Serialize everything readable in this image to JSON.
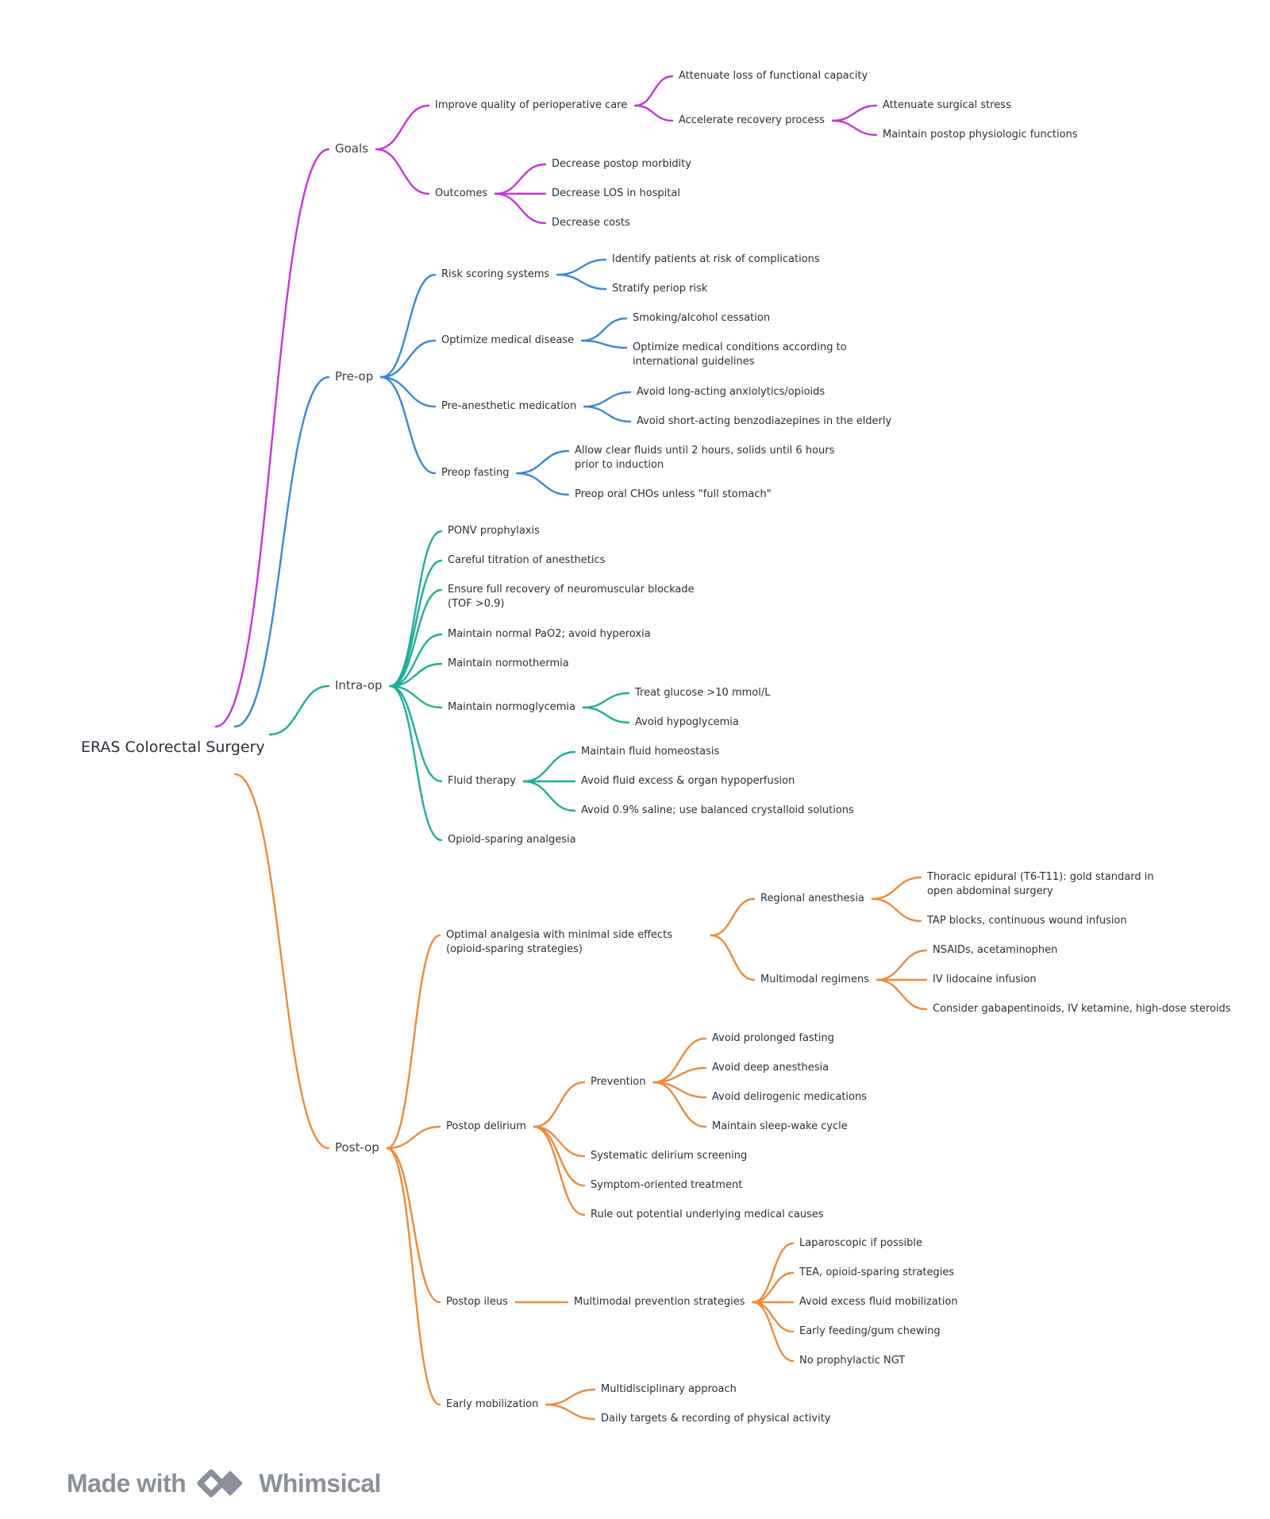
{
  "title": "ERAS Colorectal Surgery",
  "branches": [
    {
      "label": "Goals",
      "color": "#c736d6",
      "children": [
        {
          "label": "Improve quality of perioperative care",
          "children": [
            {
              "label": "Attenuate loss of functional capacity"
            },
            {
              "label": "Accelerate recovery process",
              "children": [
                {
                  "label": "Attenuate surgical stress"
                },
                {
                  "label": "Maintain postop physiologic functions"
                }
              ]
            }
          ]
        },
        {
          "label": "Outcomes",
          "children": [
            {
              "label": "Decrease postop morbidity"
            },
            {
              "label": "Decrease LOS in hospital"
            },
            {
              "label": "Decrease costs"
            }
          ]
        }
      ]
    },
    {
      "label": "Pre-op",
      "color": "#3a87d6",
      "children": [
        {
          "label": "Risk scoring systems",
          "children": [
            {
              "label": "Identify patients at risk of complications"
            },
            {
              "label": "Stratify periop risk"
            }
          ]
        },
        {
          "label": "Optimize medical disease",
          "children": [
            {
              "label": "Smoking/alcohol cessation"
            },
            {
              "label": "Optimize medical conditions according to international guidelines"
            }
          ]
        },
        {
          "label": "Pre-anesthetic medication",
          "children": [
            {
              "label": "Avoid long-acting anxiolytics/opioids"
            },
            {
              "label": "Avoid short-acting benzodiazepines in the elderly"
            }
          ]
        },
        {
          "label": "Preop fasting",
          "children": [
            {
              "label": "Allow clear fluids until 2 hours, solids until 6 hours prior to induction"
            },
            {
              "label": "Preop oral CHOs unless \"full stomach\""
            }
          ]
        }
      ]
    },
    {
      "label": "Intra-op",
      "color": "#1fae98",
      "children": [
        {
          "label": "PONV prophylaxis"
        },
        {
          "label": "Careful titration of anesthetics"
        },
        {
          "label": "Ensure full recovery of neuromuscular blockade (TOF >0.9)"
        },
        {
          "label": "Maintain normal PaO2; avoid hyperoxia"
        },
        {
          "label": "Maintain normothermia"
        },
        {
          "label": "Maintain normoglycemia",
          "children": [
            {
              "label": "Treat glucose >10 mmol/L"
            },
            {
              "label": "Avoid hypoglycemia"
            }
          ]
        },
        {
          "label": "Fluid therapy",
          "children": [
            {
              "label": "Maintain fluid homeostasis"
            },
            {
              "label": "Avoid fluid excess & organ hypoperfusion"
            },
            {
              "label": "Avoid 0.9% saline; use balanced crystalloid solutions"
            }
          ]
        },
        {
          "label": "Opioid-sparing analgesia"
        }
      ]
    },
    {
      "label": "Post-op",
      "color": "#ee8a3c",
      "children": [
        {
          "label": "Optimal analgesia with minimal side effects (opioid-sparing strategies)",
          "children": [
            {
              "label": "Regional anesthesia",
              "children": [
                {
                  "label": "Thoracic epidural (T6-T11): gold standard in open abdominal surgery"
                },
                {
                  "label": "TAP blocks, continuous wound infusion"
                }
              ]
            },
            {
              "label": "Multimodal regimens",
              "children": [
                {
                  "label": "NSAIDs, acetaminophen"
                },
                {
                  "label": "IV lidocaine infusion"
                },
                {
                  "label": "Consider gabapentinoids, IV ketamine, high-dose steroids"
                }
              ]
            }
          ]
        },
        {
          "label": "Postop delirium",
          "children": [
            {
              "label": "Prevention",
              "children": [
                {
                  "label": "Avoid prolonged fasting"
                },
                {
                  "label": "Avoid deep anesthesia"
                },
                {
                  "label": "Avoid delirogenic medications"
                },
                {
                  "label": "Maintain sleep-wake cycle"
                }
              ]
            },
            {
              "label": "Systematic delirium screening"
            },
            {
              "label": "Symptom-oriented treatment"
            },
            {
              "label": "Rule out potential underlying medical causes"
            }
          ]
        },
        {
          "label": "Postop ileus",
          "children": [
            {
              "label": "Multimodal prevention strategies",
              "children": [
                {
                  "label": "Laparoscopic if possible"
                },
                {
                  "label": "TEA, opioid-sparing strategies"
                },
                {
                  "label": "Avoid excess fluid mobilization"
                },
                {
                  "label": "Early feeding/gum chewing"
                },
                {
                  "label": "No prophylactic NGT"
                }
              ]
            }
          ]
        },
        {
          "label": "Early mobilization",
          "children": [
            {
              "label": "Multidisciplinary approach"
            },
            {
              "label": "Daily targets & recording of physical activity"
            }
          ]
        }
      ]
    }
  ],
  "footer": {
    "made_with": "Made with",
    "brand": "Whimsical",
    "logo_icon": "whimsical-logo-icon"
  }
}
